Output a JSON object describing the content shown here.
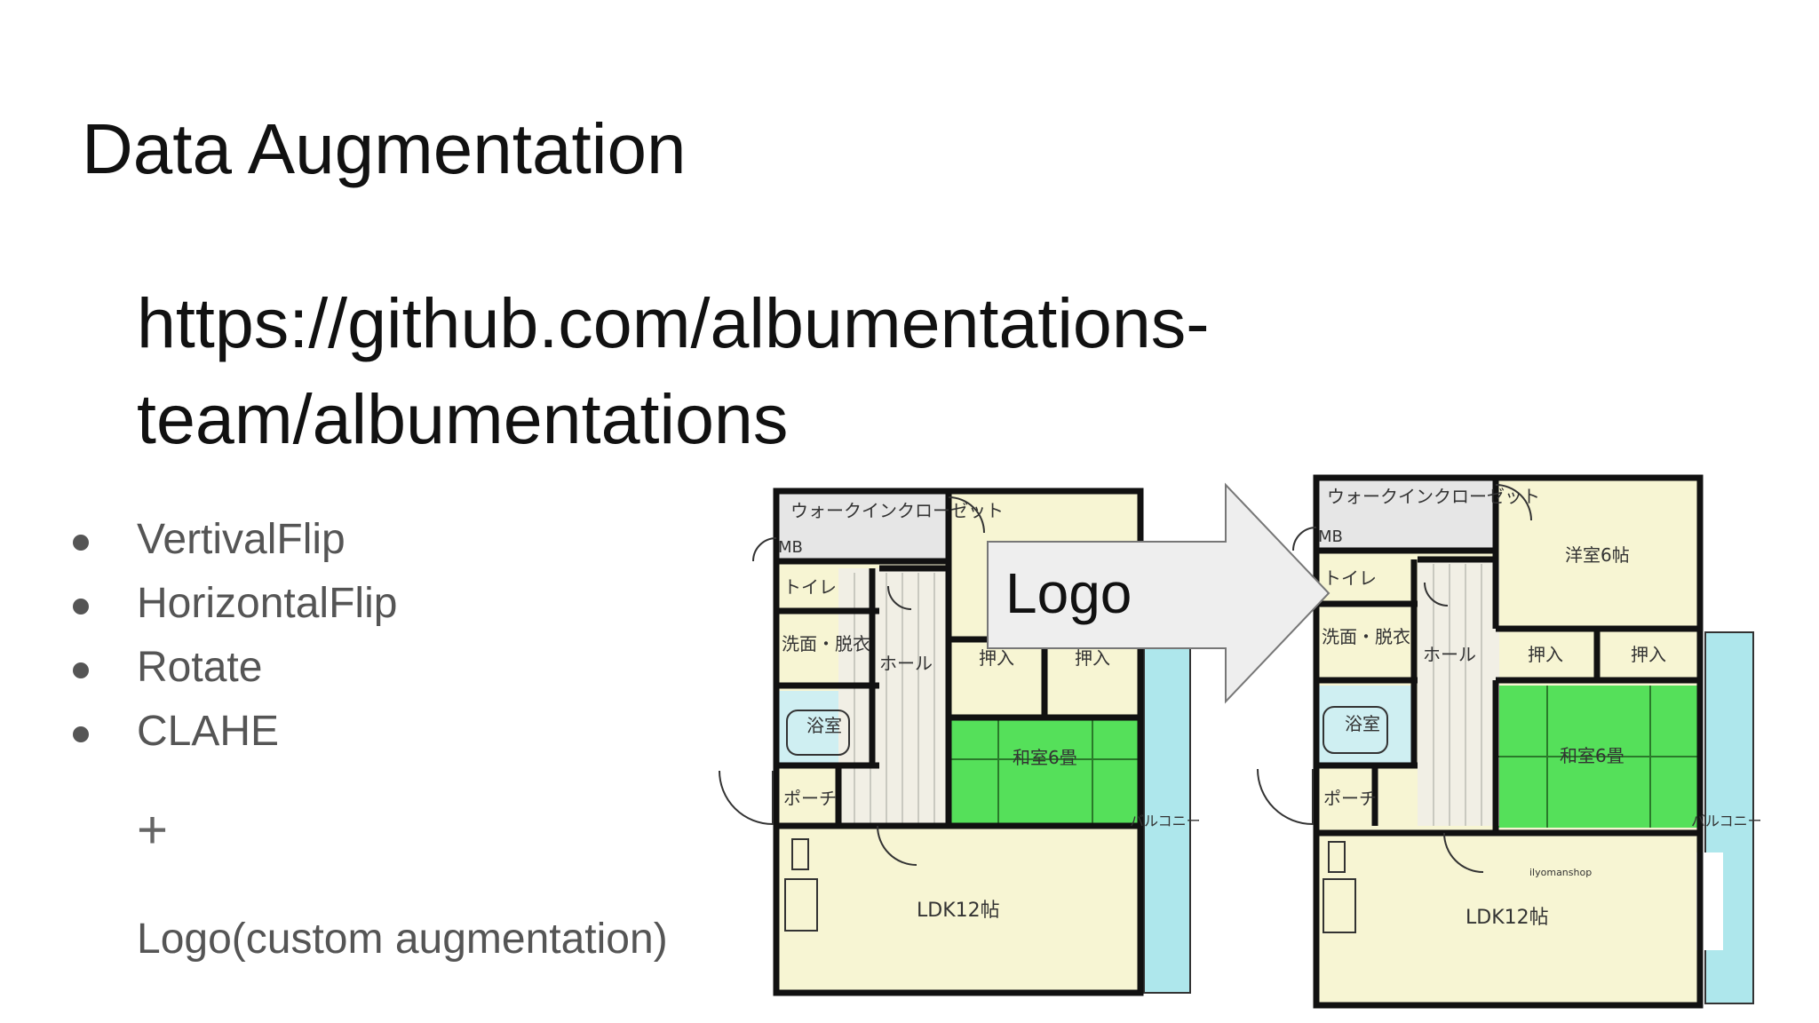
{
  "slide": {
    "title": "Data Augmentation",
    "url_line1": "https://github.com/albumentations-",
    "url_line2": "team/albumentations",
    "bullets": [
      {
        "label": "VertivalFlip"
      },
      {
        "label": "HorizontalFlip"
      },
      {
        "label": "Rotate"
      },
      {
        "label": "CLAHE"
      }
    ],
    "plus": "+",
    "custom_augmentation": "Logo(custom augmentation)"
  },
  "arrow": {
    "label": "Logo"
  },
  "floorplan_original": {
    "rooms": {
      "walk_in_closet": "ウォークインクローゼット",
      "mb": "MB",
      "toilet": "トイレ",
      "washroom": "洗面・脱衣",
      "bath": "浴室",
      "porch": "ポーチ",
      "hall": "ホール",
      "closet_1": "押入",
      "closet_2": "押入",
      "japanese_room": "和室6畳",
      "ldk": "LDK12帖",
      "balcony": "バルコニー"
    }
  },
  "floorplan_augmented": {
    "rooms": {
      "walk_in_closet": "ウォークインクローゼット",
      "mb": "MB",
      "toilet": "トイレ",
      "washroom": "洗面・脱衣",
      "bath": "浴室",
      "porch": "ポーチ",
      "hall": "ホール",
      "western_room": "洋室6帖",
      "closet_1": "押入",
      "closet_2": "押入",
      "japanese_room": "和室6畳",
      "ldk": "LDK12帖",
      "balcony": "バルコニー",
      "watermark": "ilyomanshop"
    }
  },
  "colors": {
    "wall": "#111111",
    "room_cream": "#f7f5d3",
    "tatami_green": "#55e05a",
    "bath_blue": "#cfeff2",
    "balcony_cyan": "#aee7ec",
    "closet_grey": "#e6e6e6",
    "arrow_fill": "#eeeeee"
  }
}
